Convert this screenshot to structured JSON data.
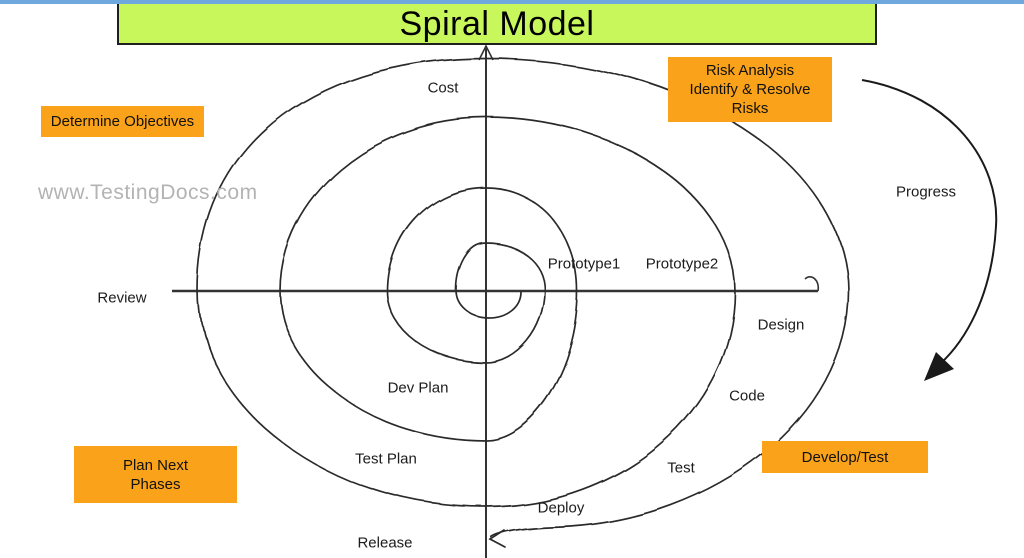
{
  "window": {
    "top_strip_color": "#6FA8DC"
  },
  "title_banner": {
    "text": "Spiral Model",
    "bg_color": "#C8F75C",
    "border_color": "#1F1F1F"
  },
  "watermark": {
    "text": "www.TestingDocs.com",
    "color": "#B3B3B3"
  },
  "phase_boxes": {
    "bg_color": "#FAA31A",
    "determine_objectives": {
      "label": "Determine Objectives"
    },
    "risk_analysis": {
      "line1": "Risk Analysis",
      "line2": "Identify & Resolve",
      "line3": "Risks"
    },
    "plan_next_phases": {
      "line1": "Plan Next",
      "line2": "Phases"
    },
    "develop_test": {
      "label": "Develop/Test"
    }
  },
  "spiral_labels": {
    "cost": "Cost",
    "review": "Review",
    "prototype1": "Prototype1",
    "prototype2": "Prototype2",
    "design": "Design",
    "dev_plan": "Dev Plan",
    "code": "Code",
    "test_plan": "Test Plan",
    "test": "Test",
    "deploy": "Deploy",
    "release": "Release",
    "progress": "Progress"
  },
  "colors": {
    "spiral_line": "#2B2B2B",
    "axis_line": "#333333",
    "arrow": "#1A1A1A",
    "label_text": "#1C1C1C"
  }
}
